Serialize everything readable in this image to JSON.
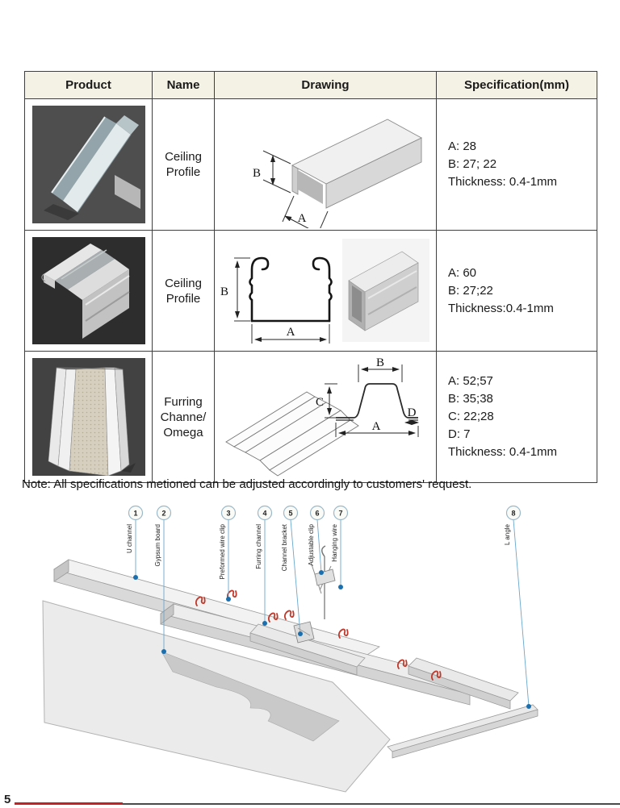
{
  "page": {
    "number": "5"
  },
  "table": {
    "headers": [
      "Product",
      "Name",
      "Drawing",
      "Specification(mm)"
    ],
    "rows": [
      {
        "name": "Ceiling Profile",
        "specs": [
          "A: 28",
          "B: 27; 22",
          "Thickness: 0.4-1mm"
        ]
      },
      {
        "name": "Ceiling Profile",
        "specs": [
          "A: 60",
          "B: 27;22",
          "Thickness:0.4-1mm"
        ]
      },
      {
        "name": "Furring Channe/ Omega",
        "specs": [
          "A: 52;57",
          "B: 35;38",
          "C: 22;28",
          "D: 7",
          "Thickness: 0.4-1mm"
        ]
      }
    ]
  },
  "dims": {
    "A": "A",
    "B": "B",
    "C": "C",
    "D": "D"
  },
  "note": "Note: All specifications metioned can be adjusted accordingly to customers' request.",
  "diagram": {
    "callouts": [
      {
        "number": "1",
        "label": "U channel"
      },
      {
        "number": "2",
        "label": "Gypsum board"
      },
      {
        "number": "3",
        "label": "Preformed wire clip"
      },
      {
        "number": "4",
        "label": "Furring channel"
      },
      {
        "number": "5",
        "label": "Channel bracket"
      },
      {
        "number": "6",
        "label": "Adjustable clip"
      },
      {
        "number": "7",
        "label": "Hanging wire"
      },
      {
        "number": "8",
        "label": "L angle"
      }
    ]
  }
}
